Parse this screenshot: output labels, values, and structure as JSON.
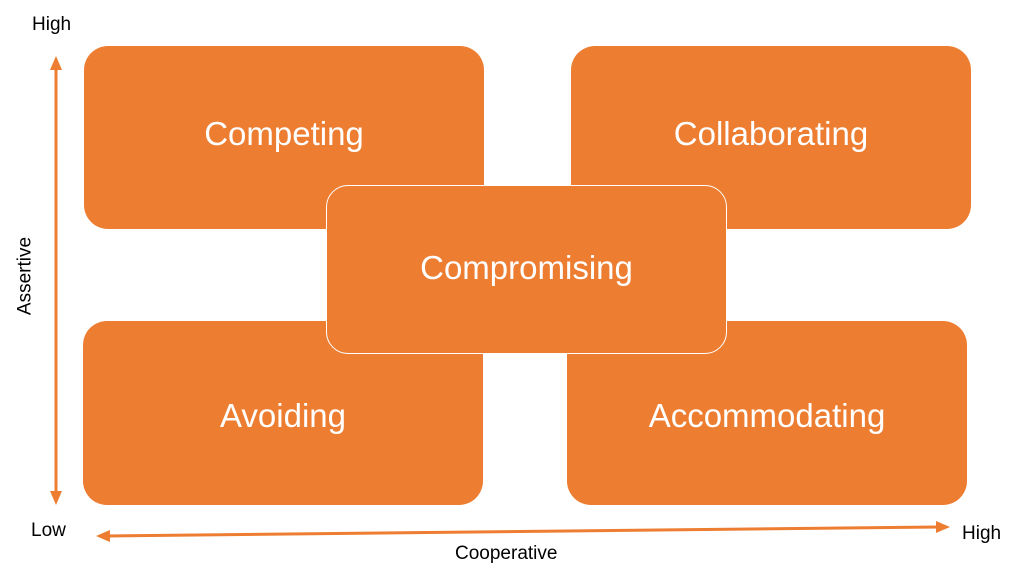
{
  "diagram": {
    "quadrants": {
      "top_left": "Competing",
      "top_right": "Collaborating",
      "center": "Compromising",
      "bottom_left": "Avoiding",
      "bottom_right": "Accommodating"
    },
    "y_axis": {
      "label": "Assertive",
      "high": "High",
      "low": "Low"
    },
    "x_axis": {
      "label": "Cooperative",
      "high": "High"
    },
    "colors": {
      "box_fill": "#ED7D31",
      "box_text": "#FFFFFF",
      "arrow": "#ED7D31",
      "axis_text": "#000000"
    }
  }
}
